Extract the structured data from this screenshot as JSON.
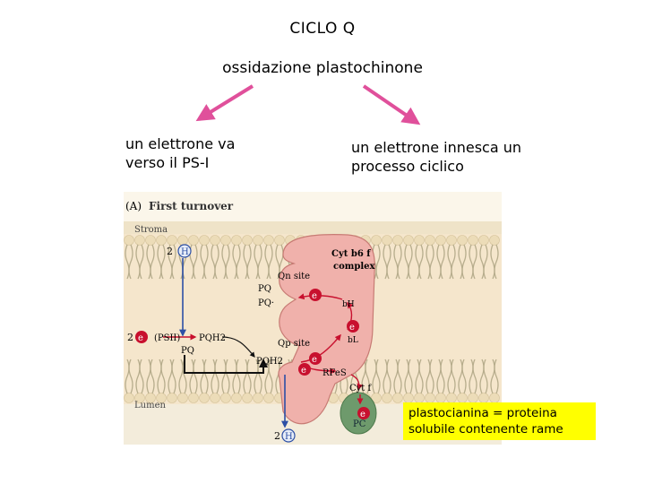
{
  "header": {
    "title": "CICLO Q",
    "subtitle": "ossidazione plastochinone"
  },
  "notes": {
    "left": "un elettrone va verso il PS-I",
    "right": "un elettrone innesca un processo ciclico"
  },
  "callout": "plastocianina = proteina solubile contenente rame",
  "figure": {
    "panel_label": "(A)",
    "panel_title": "First turnover",
    "stroma": "Stroma",
    "lumen": "Lumen",
    "complex_line1": "Cyt b6 f",
    "complex_line2": "complex",
    "qn_site": "Qn site",
    "qp_site": "Qp site",
    "pq": "PQ",
    "pq_minus": "PQ·",
    "pqh2_top": "PQH2",
    "pqh2_mid": "PQH2",
    "pq_left": "PQ",
    "psii": "(PSII)",
    "bh": "bH",
    "bl": "bL",
    "rfes": "RFeS",
    "cytf": "Cyt f",
    "pc": "PC",
    "coef_top": "2",
    "coef_left": "2",
    "coef_bottom": "2",
    "h_plus": "H",
    "e_symbol": "e"
  },
  "colors": {
    "arrow_magenta": "#e0509b",
    "membrane_bg": "#f5e6cc",
    "lipid_head": "#ecdcb8",
    "lipid_tail": "#b7ad8d",
    "complex_fill": "#f0b1ab",
    "complex_stroke": "#c77b74",
    "electron_red": "#c8102e",
    "proton_blue": "#2c4fa5",
    "pc_green": "#6e9a6c",
    "callout_yellow": "#ffff00"
  }
}
